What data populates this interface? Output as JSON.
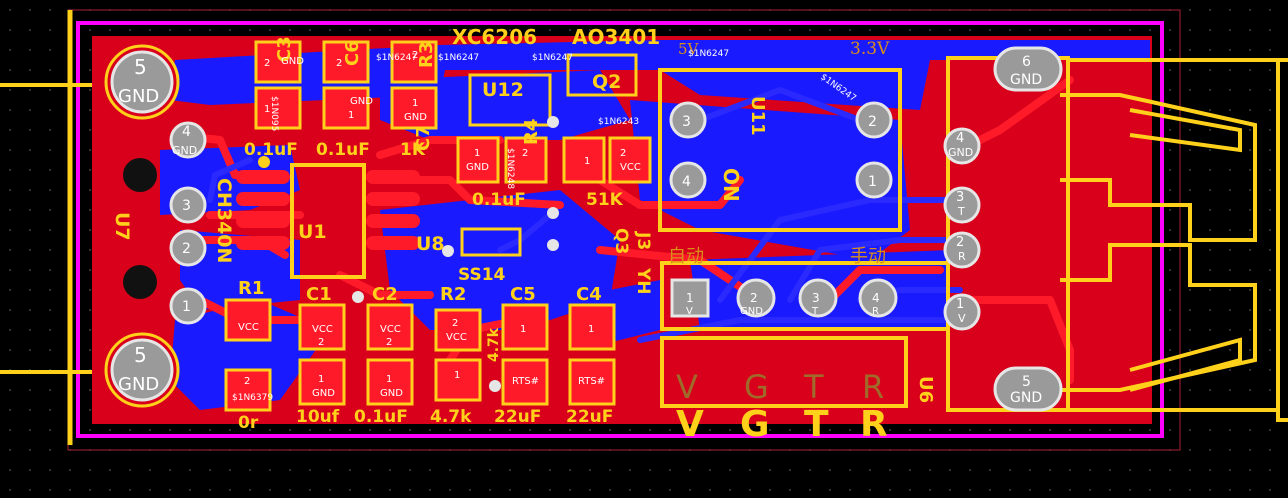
{
  "board": {
    "colors": {
      "background": "#000000",
      "top_copper": "#e3001b",
      "bottom_copper": "#1a1aff",
      "silkscreen": "#ffd11a",
      "outline": "#ff00ff",
      "via": "#cccccc"
    },
    "header_text": {
      "left": "XC6206",
      "right": "AO3401",
      "v5": "5V",
      "v33": "3.3V"
    },
    "labels": {
      "u7": "U7",
      "ch340n": "CH340N",
      "u1": "U1",
      "u8": "U8",
      "ss14": "SS14",
      "u12": "U12",
      "q2": "Q2",
      "q3": "Q3",
      "r1": "R1",
      "r2": "R2",
      "r3": "R3",
      "r4": "R4",
      "c1": "C1",
      "c2": "C2",
      "c3": "C3",
      "c4": "C4",
      "c5": "C5",
      "c6": "C6",
      "c7": "C7",
      "u11": "U11",
      "u6": "U6",
      "j3": "J3",
      "yh": "YH",
      "on": "ON"
    },
    "values": {
      "c3": "0.1uF",
      "c6": "0.1uF",
      "r3": "1K",
      "c7": "0.1uF",
      "r4": "51K",
      "c1": "10uf",
      "c2": "0.1uF",
      "r2": "4.7k",
      "c5": "22uF",
      "c4": "22uF",
      "r1": "0r",
      "r2b": "4.7k"
    },
    "pads": {
      "gnd": "GND",
      "vcc": "VCC",
      "rts": "RTS#",
      "n1": "1",
      "n2": "2",
      "n3": "3",
      "n4": "4",
      "n5": "5",
      "n6": "6",
      "v": "V",
      "t": "T",
      "r": "R"
    },
    "net_labels": {
      "n1": "$1N6247",
      "n2": "$1N6247",
      "n3": "$1N6247",
      "n4": "$1N6248",
      "n5": "$1N6243",
      "n6": "$1N6379",
      "n7": "$1N6247",
      "n8": "$1N095",
      "n9": "$1N6247"
    },
    "chinese": {
      "auto": "自动",
      "manual": "手动"
    },
    "bottom_letters": [
      "V",
      "G",
      "T",
      "R"
    ]
  }
}
